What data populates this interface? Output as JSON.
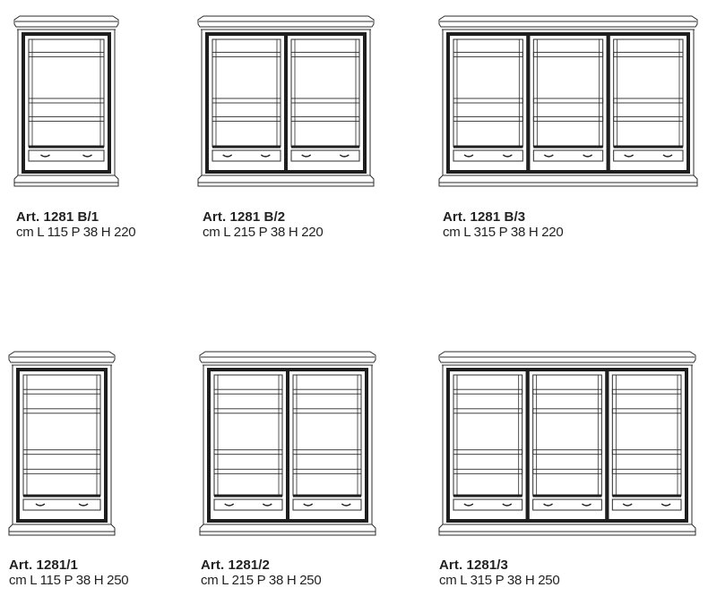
{
  "colors": {
    "line": "#2b2b2b",
    "frame": "#1f1f1f",
    "text": "#222222"
  },
  "items": [
    {
      "art": "Art. 1281 B/1",
      "dims": "cm L 115 P 38 H 220",
      "doors": 1
    },
    {
      "art": "Art. 1281 B/2",
      "dims": "cm L 215 P 38 H 220",
      "doors": 2
    },
    {
      "art": "Art. 1281 B/3",
      "dims": "cm L 315 P 38 H 220",
      "doors": 3
    },
    {
      "art": "Art. 1281/1",
      "dims": "cm L 115 P 38 H 250",
      "doors": 1
    },
    {
      "art": "Art. 1281/2",
      "dims": "cm L 215 P 38 H 250",
      "doors": 2
    },
    {
      "art": "Art. 1281/3",
      "dims": "cm L 315 P 38 H 250",
      "doors": 3
    }
  ]
}
